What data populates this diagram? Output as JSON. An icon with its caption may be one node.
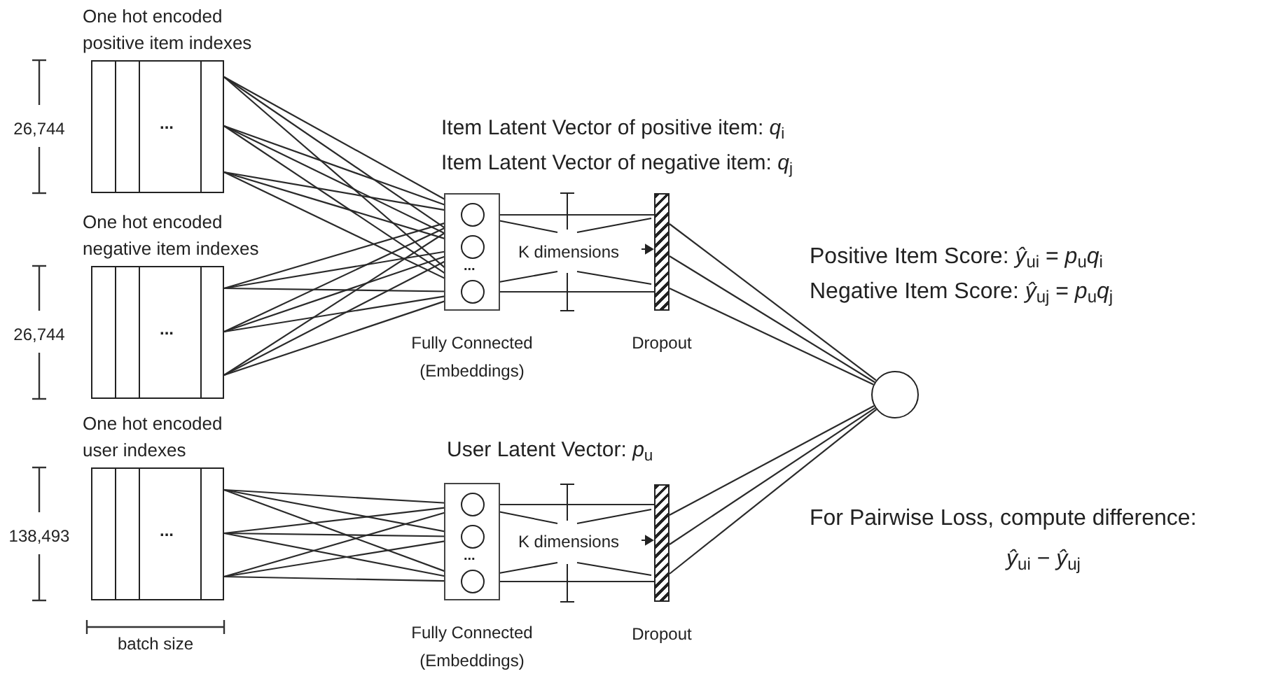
{
  "diagram": {
    "nodes": [
      {
        "text": [
          "One hot encoded positive item indexes",
          "..."
        ]
      },
      {
        "text": [
          "One hot encoded negative item indexes",
          "..."
        ]
      },
      {
        "text": [
          "One hot encoded user indexes",
          "..."
        ]
      },
      {
        "text": [
          "..."
        ],
        "beside": [
          "Fully Connected (Embeddings)"
        ]
      },
      {
        "text": [],
        "shape": "circle",
        "in": 3
      },
      {
        "text": [],
        "shape": "circle",
        "in": 3
      },
      {
        "text": [],
        "shape": "circle",
        "in": 3
      },
      {
        "text": [],
        "shape": "bar",
        "beside": [
          "Dropout"
        ]
      },
      {
        "text": [
          "..."
        ],
        "beside": [
          "Fully Connected (Embeddings)"
        ]
      },
      {
        "text": [],
        "shape": "circle",
        "in": 8
      },
      {
        "text": [],
        "shape": "circle",
        "in": 8
      },
      {
        "text": [],
        "shape": "circle",
        "in": 8
      },
      {
        "text": [],
        "shape": "bar",
        "beside": [
          "Dropout"
        ]
      },
      {
        "text": [],
        "shape": "circle"
      }
    ],
    "edges": [
      {
        "from": 0,
        "to": 4,
        "arrow": "none"
      },
      {
        "from": 0,
        "to": 5,
        "arrow": "none"
      },
      {
        "from": 0,
        "to": 6,
        "arrow": "none"
      },
      {
        "from": 0,
        "to": 4,
        "arrow": "none"
      },
      {
        "from": 0,
        "to": 5,
        "arrow": "none"
      },
      {
        "from": 0,
        "to": 6,
        "arrow": "none"
      },
      {
        "from": 0,
        "to": 4,
        "arrow": "none"
      },
      {
        "from": 0,
        "to": 5,
        "arrow": "none"
      },
      {
        "from": 0,
        "to": 6,
        "arrow": "none"
      },
      {
        "from": 1,
        "to": 4,
        "arrow": "none"
      },
      {
        "from": 1,
        "to": 5,
        "arrow": "none"
      },
      {
        "from": 1,
        "to": 6,
        "arrow": "none"
      },
      {
        "from": 1,
        "to": 4,
        "arrow": "none"
      },
      {
        "from": 1,
        "to": 5,
        "arrow": "none"
      },
      {
        "from": 1,
        "to": 6,
        "arrow": "none"
      },
      {
        "from": 1,
        "to": 4,
        "arrow": "none"
      },
      {
        "from": 1,
        "to": 5,
        "arrow": "none"
      },
      {
        "from": 1,
        "to": 6,
        "arrow": "none"
      },
      {
        "from": 2,
        "to": 9,
        "arrow": "none"
      },
      {
        "from": 2,
        "to": 10,
        "arrow": "none"
      },
      {
        "from": 2,
        "to": 11,
        "arrow": "none"
      },
      {
        "from": 2,
        "to": 9,
        "arrow": "none"
      },
      {
        "from": 2,
        "to": 10,
        "arrow": "none"
      },
      {
        "from": 2,
        "to": 11,
        "arrow": "none"
      },
      {
        "from": 2,
        "to": 9,
        "arrow": "none"
      },
      {
        "from": 2,
        "to": 10,
        "arrow": "none"
      },
      {
        "from": 2,
        "to": 11,
        "arrow": "none"
      },
      {
        "from": 4,
        "to": 7,
        "arrow": "none"
      },
      {
        "from": 6,
        "to": 7,
        "arrow": "none"
      },
      {
        "from": 9,
        "to": 12,
        "arrow": "none"
      },
      {
        "from": 11,
        "to": 12,
        "arrow": "none"
      },
      {
        "from": 7,
        "to": 13,
        "arrow": "none"
      },
      {
        "from": 7,
        "to": 13,
        "arrow": "none"
      },
      {
        "from": 7,
        "to": 13,
        "arrow": "none"
      },
      {
        "from": 12,
        "to": 13,
        "arrow": "none"
      },
      {
        "from": 12,
        "to": 13,
        "arrow": "none"
      },
      {
        "from": 12,
        "to": 13,
        "arrow": "none"
      }
    ],
    "labels": [
      "26,744",
      "Item Latent Vector of positive item: *q*$_{i}$",
      "Item Latent Vector of negative item: *q*$_{j}$",
      "K dimensions",
      "Positive Item Score: *ŷ*$_{ui}$ = *p*$_{u}$*q*$_{i}$",
      "Negative Item Score: *ŷ*$_{uj}$ = *p*$_{u}$*q*$_{j}$",
      "26,744",
      "User Latent Vector: *p*$_{u}$",
      "K dimensions",
      "For Pairwise Loss, compute difference:",
      "*ŷ*$_{ui}$ − *ŷ*$_{uj}$",
      "138,493",
      "batch size"
    ]
  }
}
